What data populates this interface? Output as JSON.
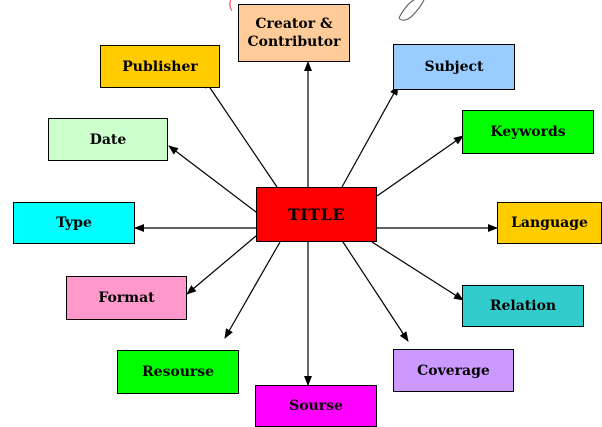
{
  "diagram": {
    "center": {
      "label": "TITLE",
      "color": "#ff0000"
    },
    "nodes": {
      "creator": {
        "label": "Creator &\nContributor",
        "color": "#ffcc99"
      },
      "subject": {
        "label": "Subject",
        "color": "#99ccff"
      },
      "keywords": {
        "label": "Keywords",
        "color": "#00ff00"
      },
      "language": {
        "label": "Language",
        "color": "#ffcc00"
      },
      "relation": {
        "label": "Relation",
        "color": "#33cccc"
      },
      "coverage": {
        "label": "Coverage",
        "color": "#cc99ff"
      },
      "sourse": {
        "label": "Sourse",
        "color": "#ff00ff"
      },
      "resourse": {
        "label": "Resourse",
        "color": "#00ff00"
      },
      "format": {
        "label": "Format",
        "color": "#ff99cc"
      },
      "type": {
        "label": "Type",
        "color": "#00ffff"
      },
      "date": {
        "label": "Date",
        "color": "#ccffcc"
      },
      "publisher": {
        "label": "Publisher",
        "color": "#ffcc00"
      }
    },
    "arrow_color": "#000000"
  }
}
